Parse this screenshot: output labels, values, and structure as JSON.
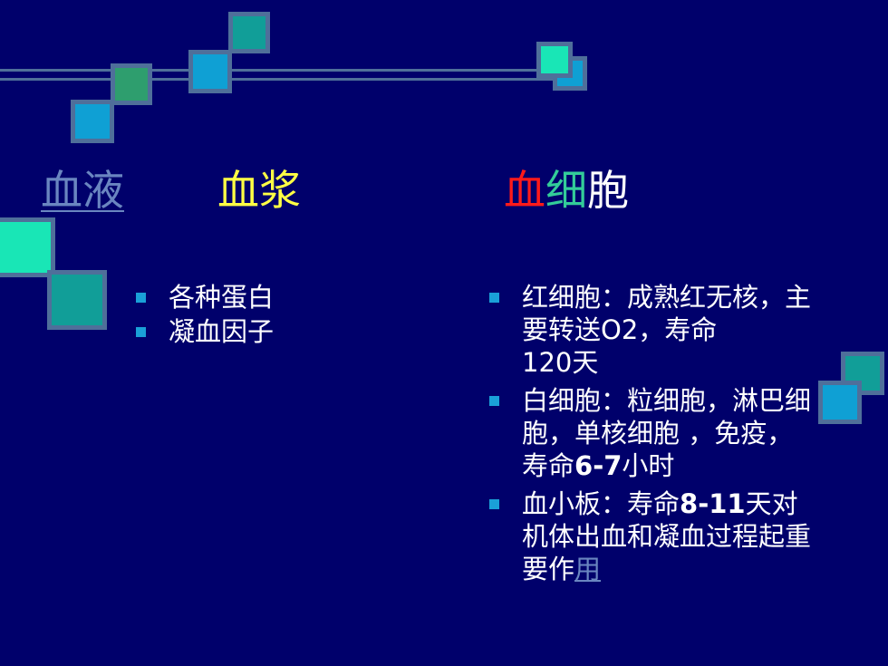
{
  "titles": {
    "blood": "血液",
    "plasma": "血浆",
    "cells_part1": "血",
    "cells_part2": "细",
    "cells_part3": "胞"
  },
  "plasma_items": [
    "各种蛋白",
    "凝血因子"
  ],
  "cells_items": {
    "rbc_text": "红细胞：成熟红无核，主要转送",
    "rbc_o2": "O2",
    "rbc_life": "，寿命",
    "rbc_num": "120",
    "rbc_unit": "天",
    "wbc_text": "白细胞：粒细胞，淋巴细胞，单核细胞 ，免疫，寿命",
    "wbc_num": "6-7",
    "wbc_unit": "小时",
    "plt_text": "血小板：寿命",
    "plt_num": "8-11",
    "plt_text2": "天对机体出血和凝血过程起重要作",
    "plt_link": "用"
  },
  "colors": {
    "background": "#00006b",
    "title_link": "#6a86c0",
    "plasma_title": "#ffff44",
    "cells_red": "#ff1a1a",
    "cells_green": "#33cc99",
    "bullet": "#1aa0d8"
  }
}
